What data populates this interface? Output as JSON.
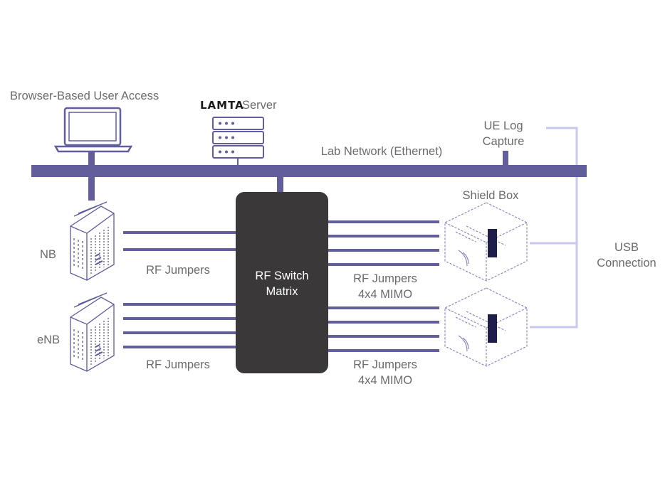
{
  "labels": {
    "browser_access": "Browser-Based User Access",
    "server_brand": "LAMTA",
    "server_suffix": "Server",
    "ue_log_line1": "UE Log",
    "ue_log_line2": "Capture",
    "lab_network": "Lab Network (Ethernet)",
    "shield_box": "Shield Box",
    "usb_line1": "USB",
    "usb_line2": "Connection",
    "nb": "NB",
    "enb": "eNB",
    "rf_jumpers_top": "RF Jumpers",
    "rf_jumpers_bottom": "RF Jumpers",
    "rf_switch_line1": "RF Switch",
    "rf_switch_line2": "Matrix",
    "mimo_top_line1": "RF Jumpers",
    "mimo_top_line2": "4x4 MIMO",
    "mimo_bottom_line1": "RF Jumpers",
    "mimo_bottom_line2": "4x4 MIMO"
  },
  "colors": {
    "network": "#615e9b",
    "usb": "#c9c8ec",
    "switch": "#3a3838",
    "device": "#5b5b9c",
    "text": "#6b6b6b"
  },
  "icons": {
    "laptop": "laptop-icon",
    "server": "server-rack-icon",
    "nb": "base-station-icon",
    "enb": "base-station-icon",
    "shield_top": "shield-box-icon",
    "shield_bottom": "shield-box-icon"
  }
}
